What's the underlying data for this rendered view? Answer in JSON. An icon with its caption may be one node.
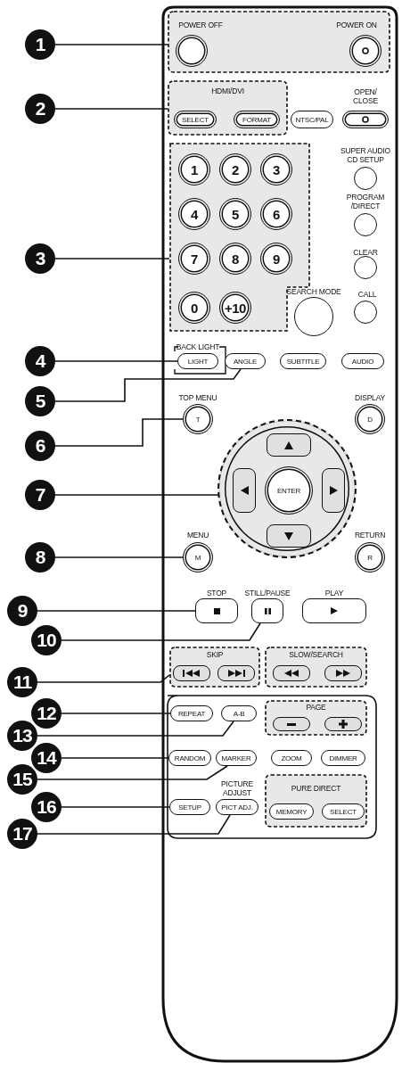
{
  "diagram": {
    "nodes": [
      {
        "text": [
          "1"
        ]
      },
      {
        "text": [],
        "shape": "box"
      },
      {
        "text": [
          "POWER OFF"
        ],
        "in": 1
      },
      {
        "text": [
          "POWER ON"
        ],
        "in": 1
      },
      {
        "text": [
          "2"
        ]
      },
      {
        "text": [
          "HDMI/DVI"
        ]
      },
      {
        "text": [
          "SELECT"
        ],
        "in": 5
      },
      {
        "text": [
          "FORMAT"
        ],
        "in": 5
      },
      {
        "text": [
          "NTSC/PAL"
        ]
      },
      {
        "text": [
          "OPEN/ CLOSE"
        ]
      },
      {
        "text": [
          "3"
        ]
      },
      {
        "text": [],
        "shape": "box"
      },
      {
        "text": [
          "1"
        ],
        "in": 11
      },
      {
        "text": [
          "2"
        ],
        "in": 11
      },
      {
        "text": [
          "3"
        ],
        "in": 11
      },
      {
        "text": [
          "4"
        ],
        "in": 11
      },
      {
        "text": [
          "5"
        ],
        "in": 11
      },
      {
        "text": [
          "6"
        ],
        "in": 11
      },
      {
        "text": [
          "7"
        ],
        "in": 11
      },
      {
        "text": [
          "8"
        ],
        "in": 11
      },
      {
        "text": [
          "9"
        ],
        "in": 11
      },
      {
        "text": [
          "0"
        ],
        "in": 11
      },
      {
        "text": [
          "+10"
        ],
        "in": 11
      },
      {
        "text": [
          "SUPER AUDIO CD SETUP"
        ]
      },
      {
        "text": [
          "PROGRAM /DIRECT"
        ]
      },
      {
        "text": [
          "CLEAR"
        ]
      },
      {
        "text": [
          "SEARCH MODE"
        ]
      },
      {
        "text": [
          "CALL"
        ]
      },
      {
        "text": [
          "4"
        ]
      },
      {
        "text": [
          "BACK LIGHT",
          "LIGHT"
        ]
      },
      {
        "text": [
          "ANGLE"
        ]
      },
      {
        "text": [
          "SUBTITLE"
        ]
      },
      {
        "text": [
          "AUDIO"
        ]
      },
      {
        "text": [
          "5"
        ]
      },
      {
        "text": [
          "6"
        ]
      },
      {
        "text": [
          "TOP MENU",
          "T"
        ]
      },
      {
        "text": [
          "DISPLAY",
          "D"
        ]
      },
      {
        "text": [
          "7"
        ]
      },
      {
        "text": [],
        "shape": "circle"
      },
      {
        "text": [],
        "shape": "box",
        "in": 38
      },
      {
        "text": [],
        "shape": "box",
        "in": 38
      },
      {
        "text": [
          "ENTER"
        ],
        "in": 38
      },
      {
        "text": [],
        "shape": "box",
        "in": 38
      },
      {
        "text": [],
        "shape": "box",
        "in": 38
      },
      {
        "text": [
          "8"
        ]
      },
      {
        "text": [
          "MENU",
          "M"
        ]
      },
      {
        "text": [
          "RETURN",
          "R"
        ]
      },
      {
        "text": [
          "STOP"
        ]
      },
      {
        "text": [
          "STILL/PAUSE"
        ]
      },
      {
        "text": [
          "PLAY"
        ]
      },
      {
        "text": [
          "9"
        ]
      },
      {
        "text": [
          "10"
        ]
      },
      {
        "text": [
          "SKIP"
        ]
      },
      {
        "text": [],
        "shape": "box",
        "in": 52
      },
      {
        "text": [],
        "shape": "box",
        "in": 52
      },
      {
        "text": [
          "SLOW/SEARCH"
        ]
      },
      {
        "text": [],
        "shape": "box",
        "in": 55
      },
      {
        "text": [],
        "shape": "box",
        "in": 55
      },
      {
        "text": [
          "11"
        ]
      },
      {
        "text": [
          "12"
        ]
      },
      {
        "text": [
          "REPEAT"
        ]
      },
      {
        "text": [
          "A-B"
        ]
      },
      {
        "text": [
          "PAGE"
        ]
      },
      {
        "text": [],
        "shape": "box",
        "in": 62
      },
      {
        "text": [],
        "shape": "box",
        "in": 62
      },
      {
        "text": [
          "13"
        ]
      },
      {
        "text": [
          "14"
        ]
      },
      {
        "text": [
          "RANDOM"
        ]
      },
      {
        "text": [
          "MARKER"
        ]
      },
      {
        "text": [
          "ZOOM"
        ]
      },
      {
        "text": [
          "DIMMER"
        ]
      },
      {
        "text": [
          "15"
        ]
      },
      {
        "text": [
          "16"
        ]
      },
      {
        "text": [
          "SETUP"
        ]
      },
      {
        "text": [
          "PICTURE ADJUST",
          "PICT ADJ."
        ]
      },
      {
        "text": [
          "PURE DIRECT"
        ]
      },
      {
        "text": [
          "MEMORY"
        ],
        "in": 75
      },
      {
        "text": [
          "SELECT"
        ],
        "in": 75
      },
      {
        "text": [
          "17"
        ]
      }
    ],
    "edges": [
      {
        "from": 0,
        "to": 1,
        "arrow": "none"
      },
      {
        "from": 4,
        "to": 5,
        "arrow": "none"
      },
      {
        "from": 10,
        "to": 11,
        "arrow": "none"
      },
      {
        "from": 28,
        "to": 29,
        "arrow": "none"
      },
      {
        "from": 33,
        "to": 30,
        "arrow": "none"
      },
      {
        "from": 34,
        "to": 35,
        "arrow": "none"
      },
      {
        "from": 37,
        "to": 38,
        "arrow": "none"
      },
      {
        "from": 44,
        "to": 45,
        "arrow": "none"
      },
      {
        "from": 50,
        "to": 47,
        "arrow": "none"
      },
      {
        "from": 51,
        "to": 48,
        "arrow": "none"
      },
      {
        "from": 58,
        "to": 52,
        "arrow": "none"
      },
      {
        "from": 59,
        "to": 60,
        "arrow": "none"
      },
      {
        "from": 65,
        "to": 61,
        "arrow": "none"
      },
      {
        "from": 66,
        "to": 67,
        "arrow": "none"
      },
      {
        "from": 71,
        "to": 68,
        "arrow": "none"
      },
      {
        "from": 72,
        "to": 73,
        "arrow": "none"
      },
      {
        "from": 78,
        "to": 74,
        "arrow": "none"
      }
    ]
  }
}
